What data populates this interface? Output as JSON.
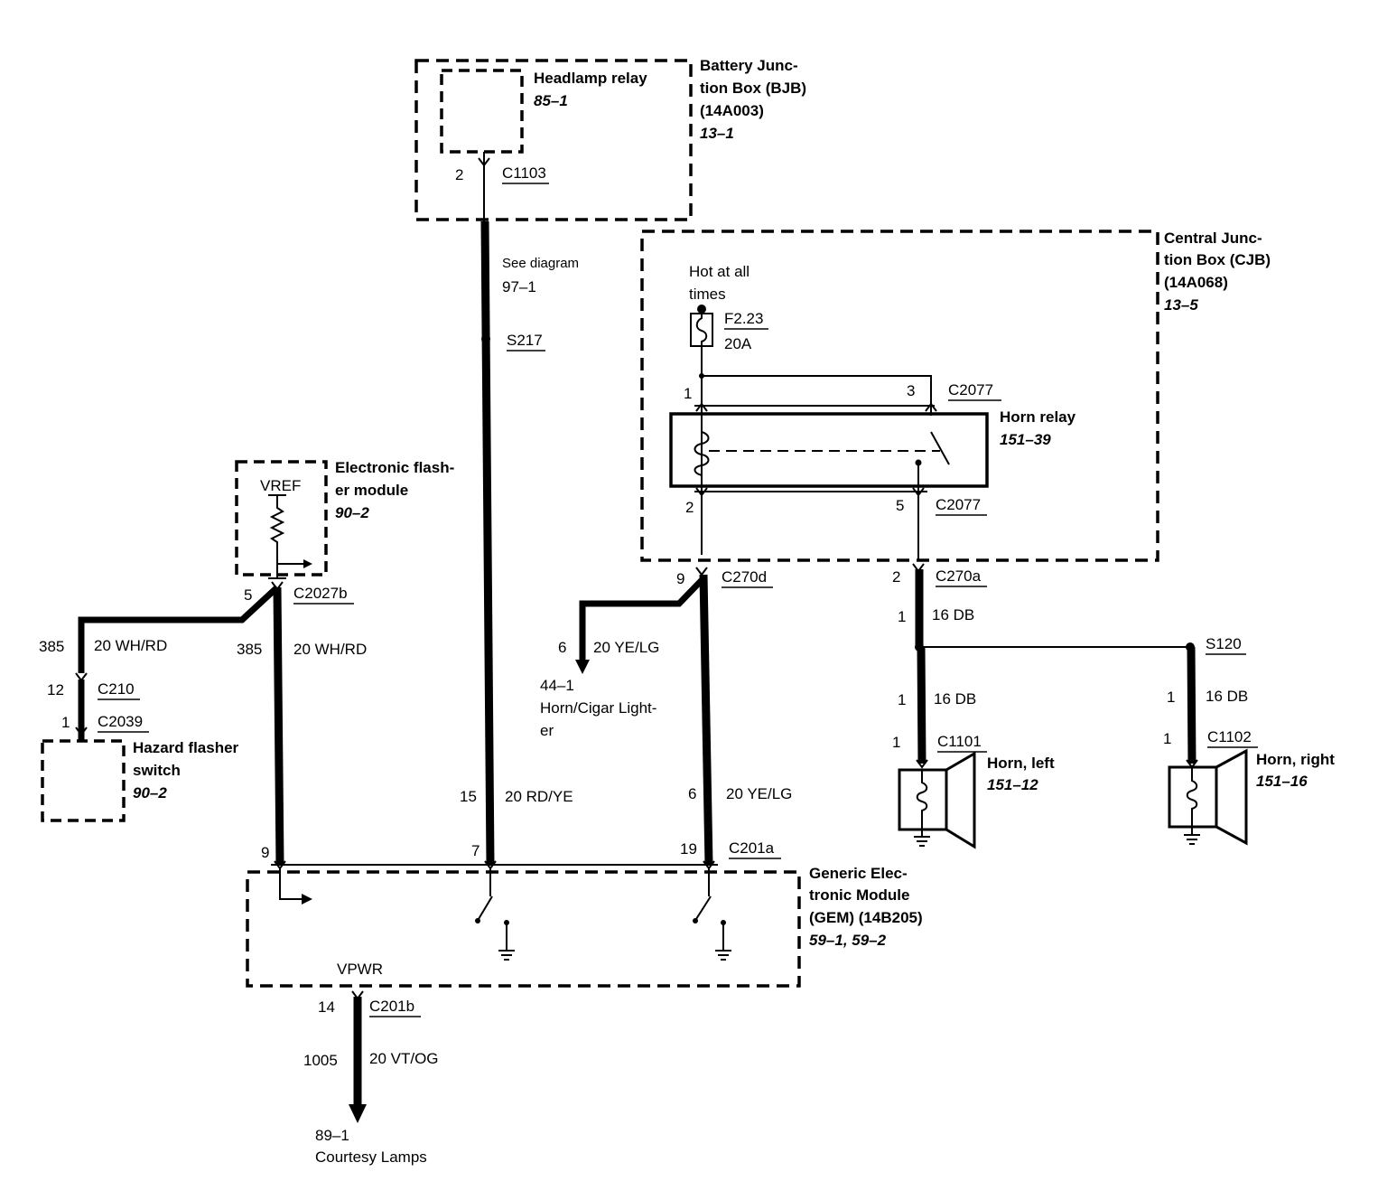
{
  "bjb": {
    "title_1": "Battery Junc-",
    "title_2": "tion Box (BJB)",
    "part": "(14A003)",
    "ref": "13–1"
  },
  "headlamp_relay": {
    "title": "Headlamp relay",
    "ref": "85–1"
  },
  "c1103": {
    "pin": "2",
    "name": "C1103"
  },
  "see_diagram": {
    "line1": "See diagram",
    "line2": "97–1"
  },
  "s217": "S217",
  "cjb": {
    "title_1": "Central Junc-",
    "title_2": "tion Box (CJB)",
    "part": "(14A068)",
    "ref": "13–5"
  },
  "hot": {
    "line1": "Hot at all",
    "line2": "times"
  },
  "fuse": {
    "name": "F2.23",
    "rating": "20A"
  },
  "horn_relay": {
    "title": "Horn relay",
    "ref": "151–39",
    "pin1": "1",
    "pin3": "3",
    "pin2": "2",
    "pin5": "5",
    "conn": "C2077"
  },
  "flasher": {
    "title_1": "Electronic flash-",
    "title_2": "er module",
    "ref": "90–2",
    "vref": "VREF"
  },
  "c2027b": {
    "pin": "5",
    "name": "C2027b"
  },
  "wire_wh_rd": {
    "circuit": "385",
    "spec": "20 WH/RD"
  },
  "c210": {
    "pin": "12",
    "name": "C210"
  },
  "c2039": {
    "pin": "1",
    "name": "C2039"
  },
  "hazard": {
    "title_1": "Hazard flasher",
    "title_2": "switch",
    "ref": "90–2"
  },
  "c270d": {
    "pin": "9",
    "name": "C270d"
  },
  "lighter_wire": {
    "circuit": "6",
    "spec": "20 YE/LG"
  },
  "lighter": {
    "ref": "44–1",
    "line1": "Horn/Cigar Light-",
    "line2": "er"
  },
  "c270a": {
    "pin": "2",
    "name": "C270a"
  },
  "wire_16db": {
    "circuit": "1",
    "spec": "16 DB"
  },
  "s120": "S120",
  "c1101": {
    "pin": "1",
    "name": "C1101"
  },
  "horn_left": {
    "title": "Horn, left",
    "ref": "151–12"
  },
  "c1102": {
    "pin": "1",
    "name": "C1102"
  },
  "horn_right": {
    "title": "Horn, right",
    "ref": "151–16"
  },
  "wire_rd_ye": {
    "circuit": "15",
    "spec": "20 RD/YE"
  },
  "wire_ye_lg": {
    "circuit": "6",
    "spec": "20 YE/LG"
  },
  "gem": {
    "title_1": "Generic Elec-",
    "title_2": "tronic Module",
    "title_3": "(GEM) (14B205)",
    "ref": "59–1, 59–2",
    "pin9": "9",
    "pin7": "7",
    "pin19": "19",
    "conn_a": "C201a",
    "vpwr": "VPWR"
  },
  "c201b": {
    "pin": "14",
    "name": "C201b"
  },
  "wire_vt_og": {
    "circuit": "1005",
    "spec": "20 VT/OG"
  },
  "courtesy": {
    "ref": "89–1",
    "label": "Courtesy Lamps"
  }
}
